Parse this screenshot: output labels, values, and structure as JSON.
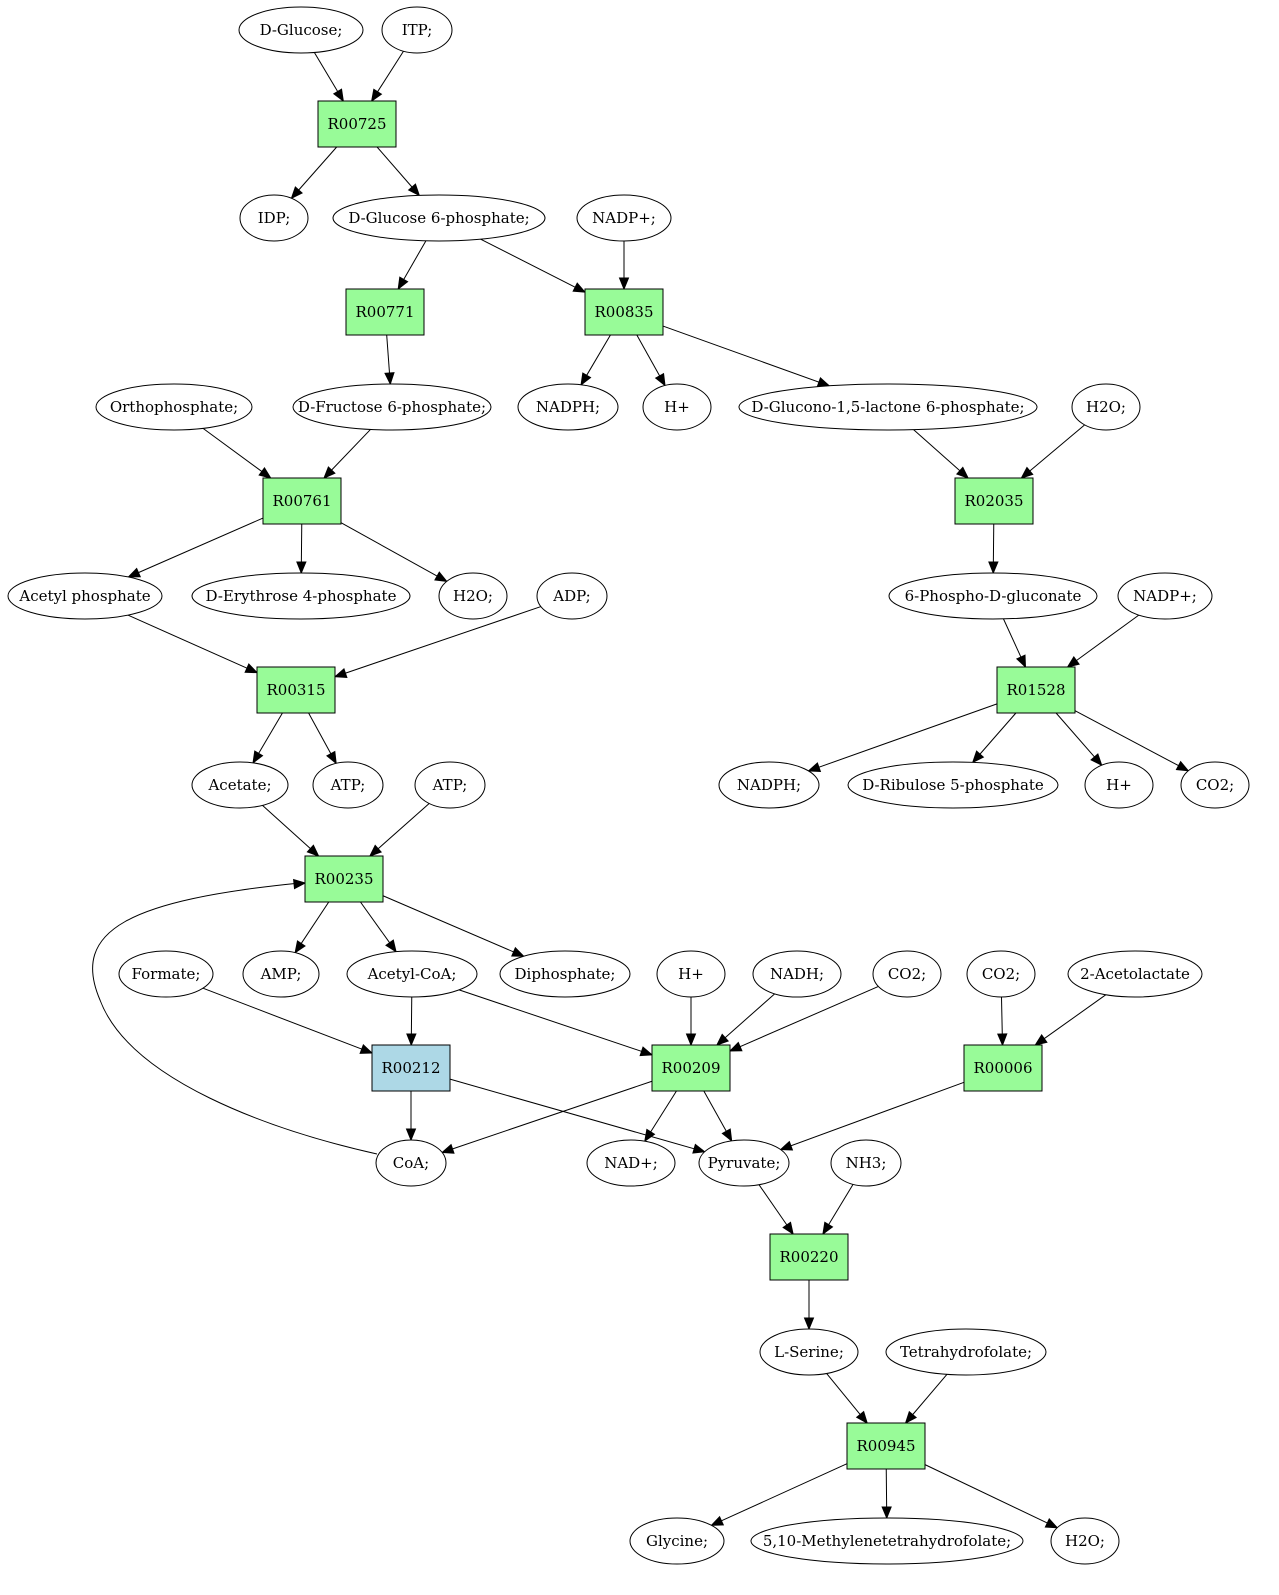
{
  "colors": {
    "reaction": "#98fb98",
    "reaction_alt": "#add8e6",
    "start": "#00ee00",
    "target": "#ffff00",
    "compound": "#ffffff"
  },
  "nodes": {
    "glucose": {
      "label": "D-Glucose;",
      "type": "compound",
      "fill": "start"
    },
    "itp": {
      "label": "ITP;",
      "type": "compound"
    },
    "r00725": {
      "label": "R00725",
      "type": "reaction"
    },
    "idp": {
      "label": "IDP;",
      "type": "compound"
    },
    "g6p": {
      "label": "D-Glucose 6-phosphate;",
      "type": "compound"
    },
    "nadp1": {
      "label": "NADP+;",
      "type": "compound"
    },
    "r00771": {
      "label": "R00771",
      "type": "reaction"
    },
    "r00835": {
      "label": "R00835",
      "type": "reaction"
    },
    "orthophosphate": {
      "label": "Orthophosphate;",
      "type": "compound"
    },
    "f6p": {
      "label": "D-Fructose 6-phosphate;",
      "type": "compound"
    },
    "nadph1": {
      "label": "NADPH;",
      "type": "compound"
    },
    "hplus1": {
      "label": "H+",
      "type": "compound"
    },
    "glucono": {
      "label": "D-Glucono-1,5-lactone 6-phosphate;",
      "type": "compound"
    },
    "h2o1": {
      "label": "H2O;",
      "type": "compound"
    },
    "r00761": {
      "label": "R00761",
      "type": "reaction"
    },
    "r02035": {
      "label": "R02035",
      "type": "reaction"
    },
    "acetylp": {
      "label": "Acetyl phosphate",
      "type": "compound"
    },
    "e4p": {
      "label": "D-Erythrose 4-phosphate",
      "type": "compound"
    },
    "h2o2": {
      "label": "H2O;",
      "type": "compound"
    },
    "adp": {
      "label": "ADP;",
      "type": "compound"
    },
    "pgluconate": {
      "label": "6-Phospho-D-gluconate",
      "type": "compound"
    },
    "nadp2": {
      "label": "NADP+;",
      "type": "compound"
    },
    "r00315": {
      "label": "R00315",
      "type": "reaction"
    },
    "r01528": {
      "label": "R01528",
      "type": "reaction"
    },
    "acetate": {
      "label": "Acetate;",
      "type": "compound"
    },
    "atp1": {
      "label": "ATP;",
      "type": "compound"
    },
    "atp2": {
      "label": "ATP;",
      "type": "compound"
    },
    "nadph2": {
      "label": "NADPH;",
      "type": "compound"
    },
    "ribulose": {
      "label": "D-Ribulose 5-phosphate",
      "type": "compound"
    },
    "hplus2": {
      "label": "H+",
      "type": "compound"
    },
    "co2a": {
      "label": "CO2;",
      "type": "compound"
    },
    "r00235": {
      "label": "R00235",
      "type": "reaction"
    },
    "formate": {
      "label": "Formate;",
      "type": "compound"
    },
    "amp": {
      "label": "AMP;",
      "type": "compound"
    },
    "acetylcoa": {
      "label": "Acetyl-CoA;",
      "type": "compound"
    },
    "diphosphate": {
      "label": "Diphosphate;",
      "type": "compound"
    },
    "hplus3": {
      "label": "H+",
      "type": "compound"
    },
    "nadh": {
      "label": "NADH;",
      "type": "compound"
    },
    "co2b": {
      "label": "CO2;",
      "type": "compound"
    },
    "co2c": {
      "label": "CO2;",
      "type": "compound"
    },
    "acetolactate": {
      "label": "2-Acetolactate",
      "type": "compound"
    },
    "r00212": {
      "label": "R00212",
      "type": "reaction",
      "fill": "reaction_alt"
    },
    "r00209": {
      "label": "R00209",
      "type": "reaction"
    },
    "r00006": {
      "label": "R00006",
      "type": "reaction"
    },
    "coa": {
      "label": "CoA;",
      "type": "compound"
    },
    "nadplus": {
      "label": "NAD+;",
      "type": "compound"
    },
    "pyruvate": {
      "label": "Pyruvate;",
      "type": "compound"
    },
    "nh3": {
      "label": "NH3;",
      "type": "compound"
    },
    "r00220": {
      "label": "R00220",
      "type": "reaction"
    },
    "serine": {
      "label": "L-Serine;",
      "type": "compound"
    },
    "thf": {
      "label": "Tetrahydrofolate;",
      "type": "compound"
    },
    "r00945": {
      "label": "R00945",
      "type": "reaction"
    },
    "glycine": {
      "label": "Glycine;",
      "type": "compound",
      "fill": "target"
    },
    "methylenethf": {
      "label": "5,10-Methylenetetrahydrofolate;",
      "type": "compound"
    },
    "h2o3": {
      "label": "H2O;",
      "type": "compound"
    }
  },
  "edges": [
    [
      "glucose",
      "r00725"
    ],
    [
      "itp",
      "r00725"
    ],
    [
      "r00725",
      "idp"
    ],
    [
      "r00725",
      "g6p"
    ],
    [
      "g6p",
      "r00771"
    ],
    [
      "g6p",
      "r00835"
    ],
    [
      "nadp1",
      "r00835"
    ],
    [
      "r00771",
      "f6p"
    ],
    [
      "r00835",
      "nadph1"
    ],
    [
      "r00835",
      "hplus1"
    ],
    [
      "r00835",
      "glucono"
    ],
    [
      "orthophosphate",
      "r00761"
    ],
    [
      "f6p",
      "r00761"
    ],
    [
      "glucono",
      "r02035"
    ],
    [
      "h2o1",
      "r02035"
    ],
    [
      "r00761",
      "acetylp"
    ],
    [
      "r00761",
      "e4p"
    ],
    [
      "r00761",
      "h2o2"
    ],
    [
      "r02035",
      "pgluconate"
    ],
    [
      "acetylp",
      "r00315"
    ],
    [
      "adp",
      "r00315"
    ],
    [
      "pgluconate",
      "r01528"
    ],
    [
      "nadp2",
      "r01528"
    ],
    [
      "r00315",
      "acetate"
    ],
    [
      "r00315",
      "atp1"
    ],
    [
      "r01528",
      "nadph2"
    ],
    [
      "r01528",
      "ribulose"
    ],
    [
      "r01528",
      "hplus2"
    ],
    [
      "r01528",
      "co2a"
    ],
    [
      "acetate",
      "r00235"
    ],
    [
      "atp2",
      "r00235"
    ],
    [
      "coa",
      "r00235"
    ],
    [
      "r00235",
      "amp"
    ],
    [
      "r00235",
      "acetylcoa"
    ],
    [
      "r00235",
      "diphosphate"
    ],
    [
      "formate",
      "r00212"
    ],
    [
      "acetylcoa",
      "r00212"
    ],
    [
      "acetylcoa",
      "r00209"
    ],
    [
      "hplus3",
      "r00209"
    ],
    [
      "nadh",
      "r00209"
    ],
    [
      "co2b",
      "r00209"
    ],
    [
      "co2c",
      "r00006"
    ],
    [
      "acetolactate",
      "r00006"
    ],
    [
      "r00212",
      "coa"
    ],
    [
      "r00212",
      "pyruvate"
    ],
    [
      "r00209",
      "coa"
    ],
    [
      "r00209",
      "nadplus"
    ],
    [
      "r00209",
      "pyruvate"
    ],
    [
      "r00006",
      "pyruvate"
    ],
    [
      "pyruvate",
      "r00220"
    ],
    [
      "nh3",
      "r00220"
    ],
    [
      "r00220",
      "serine"
    ],
    [
      "serine",
      "r00945"
    ],
    [
      "thf",
      "r00945"
    ],
    [
      "r00945",
      "glycine"
    ],
    [
      "r00945",
      "methylenethf"
    ],
    [
      "r00945",
      "h2o3"
    ]
  ]
}
